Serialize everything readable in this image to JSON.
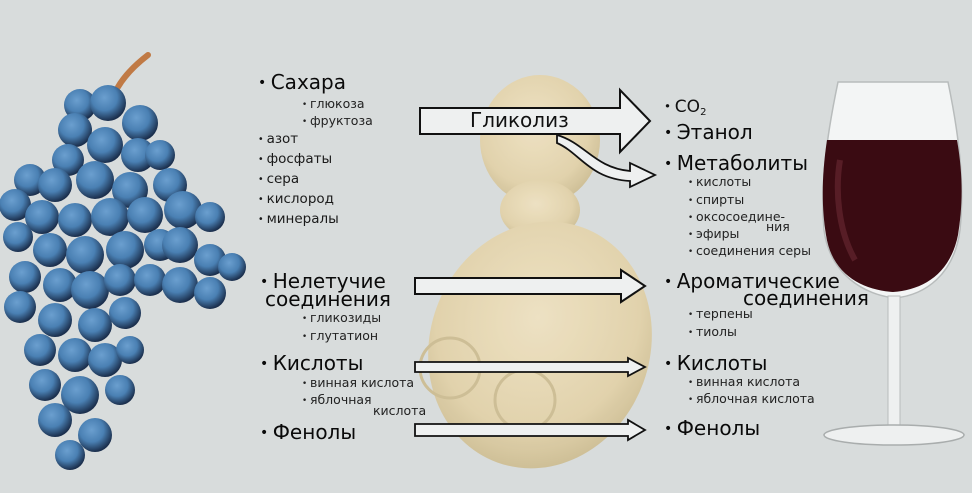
{
  "colors": {
    "background": "#d8dcdc",
    "grape": "#4f86b8",
    "grape_dark": "#1f3a5e",
    "yeast": "#e6d8b3",
    "wine": "#3a0b12",
    "arrow_fill": "#eef0f0",
    "arrow_stroke": "#111111"
  },
  "images": {
    "grape_bunch": "grape-bunch-icon",
    "yeast_cell": "yeast-cell-icon",
    "wine_glass": "wine-glass-icon"
  },
  "inputs": {
    "sugars": {
      "title": "Сахара",
      "items": [
        "глюкоза",
        "фруктоза"
      ]
    },
    "others": [
      "азот",
      "фосфаты",
      "сера",
      "кислород",
      "минералы"
    ],
    "nonvolatile": {
      "title_line1": "Нелетучие",
      "title_line2": "соединения",
      "items": [
        "гликозиды",
        "глутатион"
      ]
    },
    "acids": {
      "title": "Кислоты",
      "items": [
        "винная кислота",
        "яблочная",
        "кислота"
      ]
    },
    "phenols": {
      "title": "Фенолы"
    }
  },
  "process": {
    "glycolysis_label": "Гликолиз"
  },
  "outputs": {
    "co2": {
      "base": "CO",
      "sub": "2"
    },
    "ethanol": "Этанол",
    "metabolites": {
      "title": "Метаболиты",
      "items": [
        "кислоты",
        "спирты",
        "оксосоедине-",
        "ния",
        "эфиры",
        "соединения серы"
      ]
    },
    "aromatic": {
      "title_line1": "Ароматические",
      "title_line2": "соединения",
      "items": [
        "терпены",
        "тиолы"
      ]
    },
    "acids": {
      "title": "Кислоты",
      "items": [
        "винная кислота",
        "яблочная кислота"
      ]
    },
    "phenols": {
      "title": "Фенолы"
    }
  }
}
